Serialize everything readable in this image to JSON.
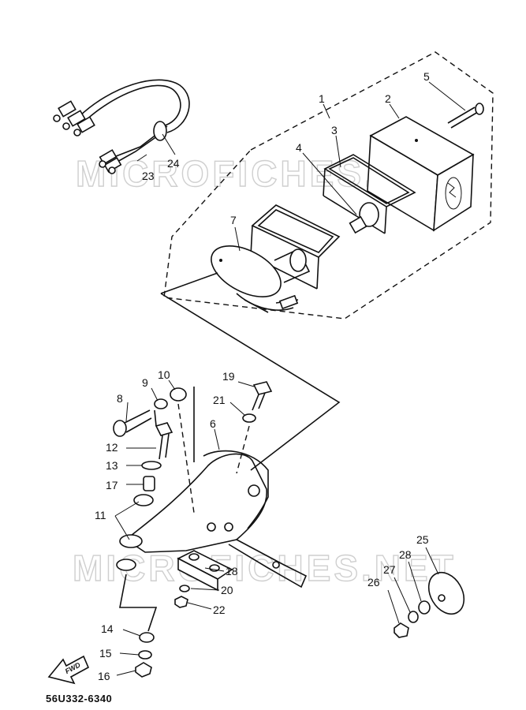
{
  "watermark": "MICROFICHES.NET",
  "diagram_code": "56U332-6340",
  "front_label": "FWD",
  "callouts": [
    {
      "id": "c1",
      "text": "1"
    },
    {
      "id": "c2",
      "text": "2"
    },
    {
      "id": "c3",
      "text": "3"
    },
    {
      "id": "c4",
      "text": "4"
    },
    {
      "id": "c5",
      "text": "5"
    },
    {
      "id": "c6",
      "text": "6"
    },
    {
      "id": "c7",
      "text": "7"
    },
    {
      "id": "c8",
      "text": "8"
    },
    {
      "id": "c9",
      "text": "9"
    },
    {
      "id": "c10",
      "text": "10"
    },
    {
      "id": "c11",
      "text": "11"
    },
    {
      "id": "c12",
      "text": "12"
    },
    {
      "id": "c13",
      "text": "13"
    },
    {
      "id": "c14",
      "text": "14"
    },
    {
      "id": "c15",
      "text": "15"
    },
    {
      "id": "c16",
      "text": "16"
    },
    {
      "id": "c17",
      "text": "17"
    },
    {
      "id": "c18",
      "text": "18"
    },
    {
      "id": "c19",
      "text": "19"
    },
    {
      "id": "c20",
      "text": "20"
    },
    {
      "id": "c21",
      "text": "21"
    },
    {
      "id": "c22",
      "text": "22"
    },
    {
      "id": "c23",
      "text": "23"
    },
    {
      "id": "c24",
      "text": "24"
    },
    {
      "id": "c25",
      "text": "25"
    },
    {
      "id": "c26",
      "text": "26"
    },
    {
      "id": "c27",
      "text": "27"
    },
    {
      "id": "c28",
      "text": "28"
    }
  ]
}
